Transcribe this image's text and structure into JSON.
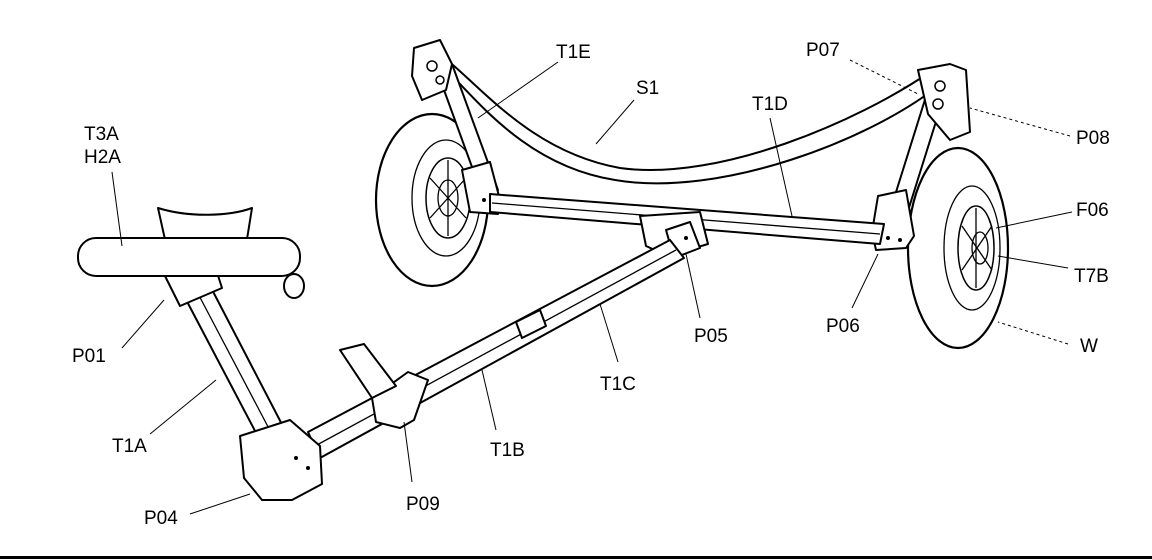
{
  "labels": {
    "T3A": "T3A",
    "H2A": "H2A",
    "P01": "P01",
    "T1A": "T1A",
    "P04": "P04",
    "P09": "P09",
    "T1B": "T1B",
    "T1C": "T1C",
    "P05": "P05",
    "P06": "P06",
    "W": "W",
    "T7B": "T7B",
    "F06": "F06",
    "P08": "P08",
    "P07": "P07",
    "T1D": "T1D",
    "S1": "S1",
    "T1E": "T1E"
  }
}
